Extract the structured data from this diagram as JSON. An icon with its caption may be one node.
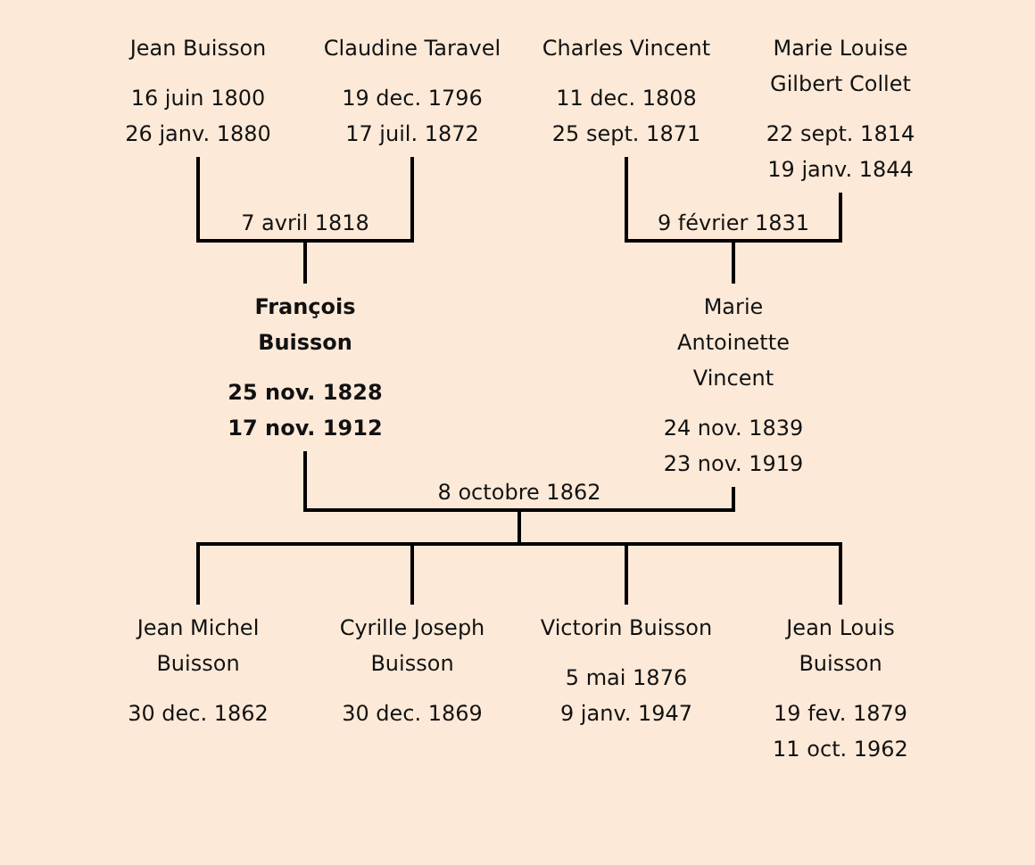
{
  "diagram": {
    "nodes": [
      {
        "text": [
          "Jean Buisson",
          "16 juin 1800",
          "26 janv. 1880"
        ]
      },
      {
        "text": [
          "Claudine Taravel",
          "19 dec. 1796",
          "17 juil. 1872"
        ]
      },
      {
        "text": [
          "Charles Vincent",
          "11 dec. 1808",
          "25 sept. 1871"
        ]
      },
      {
        "text": [
          "Marie Louise Gilbert Collet",
          "22 sept. 1814",
          "19 janv. 1844"
        ]
      },
      {
        "text": [
          "François Buisson",
          "25 nov. 1828",
          "17 nov. 1912"
        ]
      },
      {
        "text": [
          "Marie Antoinette Vincent",
          "24 nov. 1839",
          "23 nov. 1919"
        ]
      },
      {
        "text": [
          "Jean Michel Buisson",
          "30 dec. 1862"
        ]
      },
      {
        "text": [
          "Cyrille Joseph Buisson",
          "30 dec. 1869"
        ]
      },
      {
        "text": [
          "Victorin Buisson",
          "5 mai 1876",
          "9 janv. 1947"
        ]
      },
      {
        "text": [
          "Jean Louis Buisson",
          "19 fev. 1879",
          "11 oct. 1962"
        ]
      }
    ],
    "edges": [
      {
        "from": 0,
        "to": 4,
        "arrow": "none",
        "label": "7 avril 1818"
      },
      {
        "from": 1,
        "to": 4,
        "arrow": "none"
      },
      {
        "from": 2,
        "to": 5,
        "arrow": "none",
        "label": "9 février 1831"
      },
      {
        "from": 3,
        "to": 5,
        "arrow": "none"
      },
      {
        "from": 4,
        "to": 6,
        "arrow": "none",
        "label": "8 octobre 1862"
      },
      {
        "from": 4,
        "to": 7,
        "arrow": "none"
      },
      {
        "from": 4,
        "to": 8,
        "arrow": "none"
      },
      {
        "from": 4,
        "to": 9,
        "arrow": "none"
      },
      {
        "from": 5,
        "to": 6,
        "arrow": "none"
      },
      {
        "from": 5,
        "to": 7,
        "arrow": "none"
      },
      {
        "from": 5,
        "to": 8,
        "arrow": "none"
      },
      {
        "from": 5,
        "to": 9,
        "arrow": "none"
      }
    ]
  }
}
